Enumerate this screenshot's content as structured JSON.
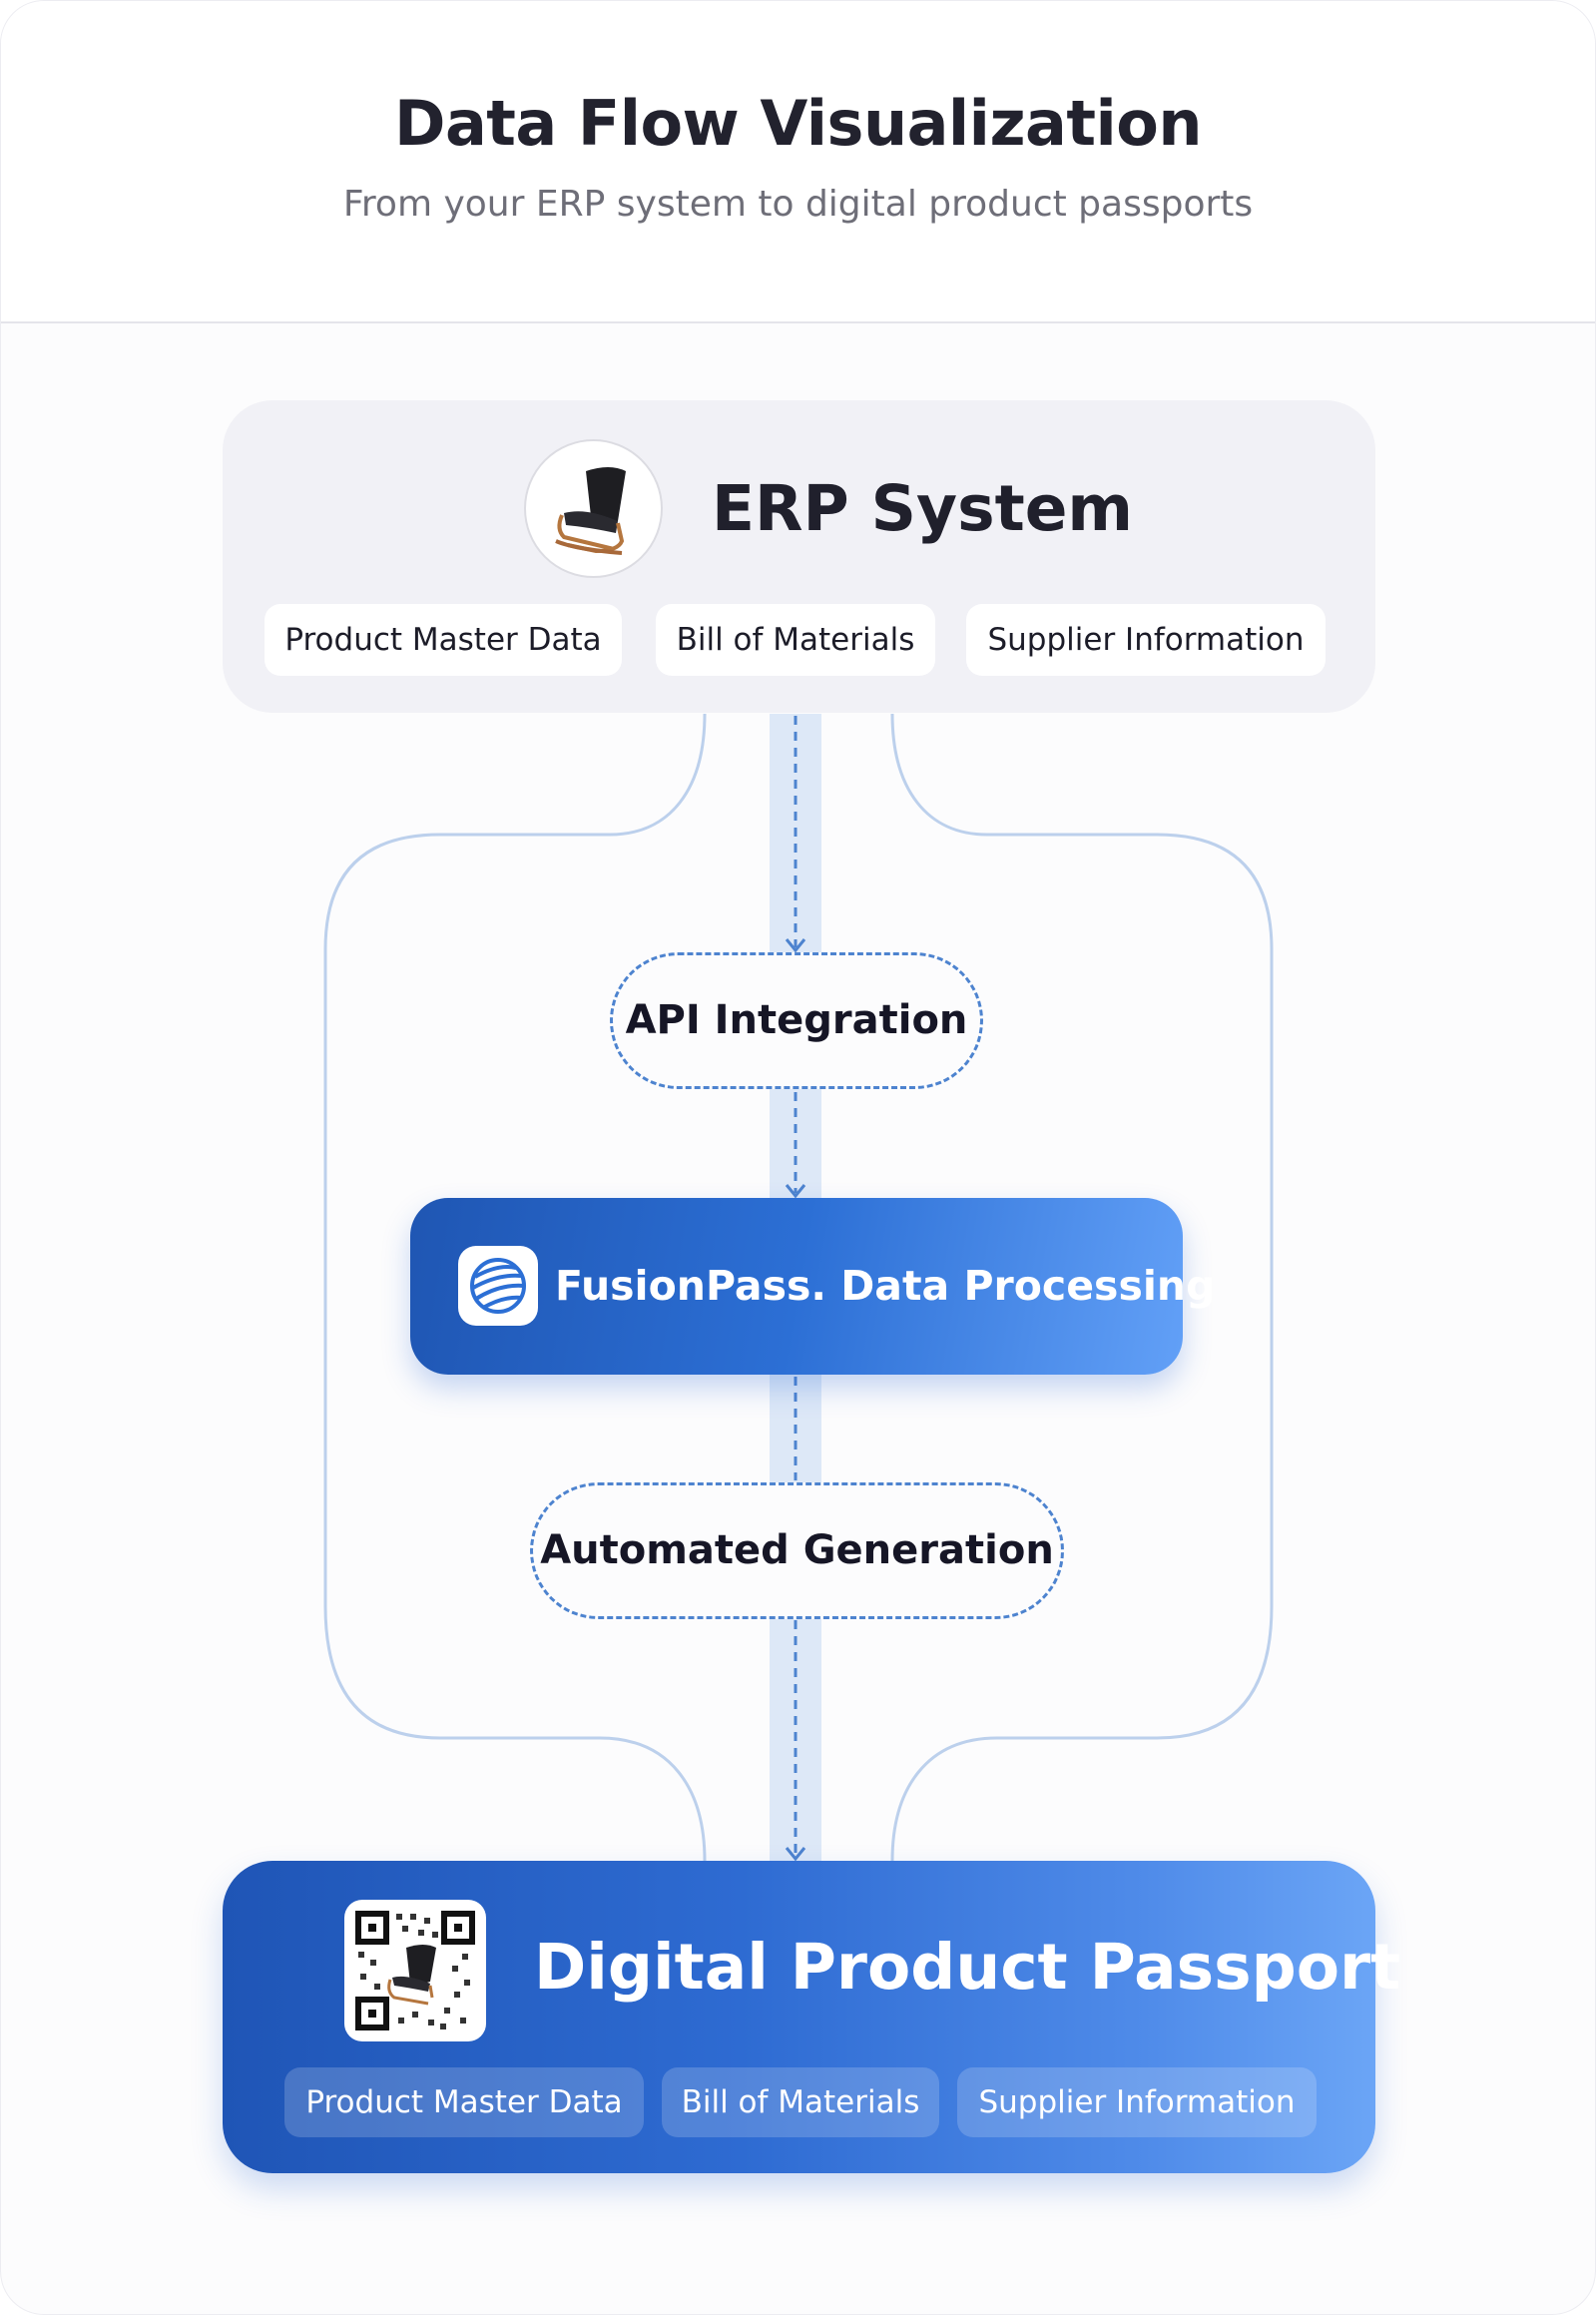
{
  "header": {
    "title": "Data Flow Visualization",
    "subtitle": "From your ERP system to digital product passports"
  },
  "erp": {
    "icon": "armchair-icon",
    "title": "ERP System",
    "chips": [
      "Product Master Data",
      "Bill of Materials",
      "Supplier Information"
    ]
  },
  "steps": {
    "api": "API Integration",
    "processing_brand": "FusionPass.",
    "processing_label": "Data Processing",
    "generation": "Automated Generation"
  },
  "output": {
    "icon": "qr-code-icon",
    "title": "Digital Product Passport",
    "chips": [
      "Product Master Data",
      "Bill of Materials",
      "Supplier Information"
    ]
  },
  "colors": {
    "accent": "#2d6cd2",
    "accent_light": "#62a0f7",
    "connector": "#b9cdea",
    "dash": "#4d83cf"
  }
}
